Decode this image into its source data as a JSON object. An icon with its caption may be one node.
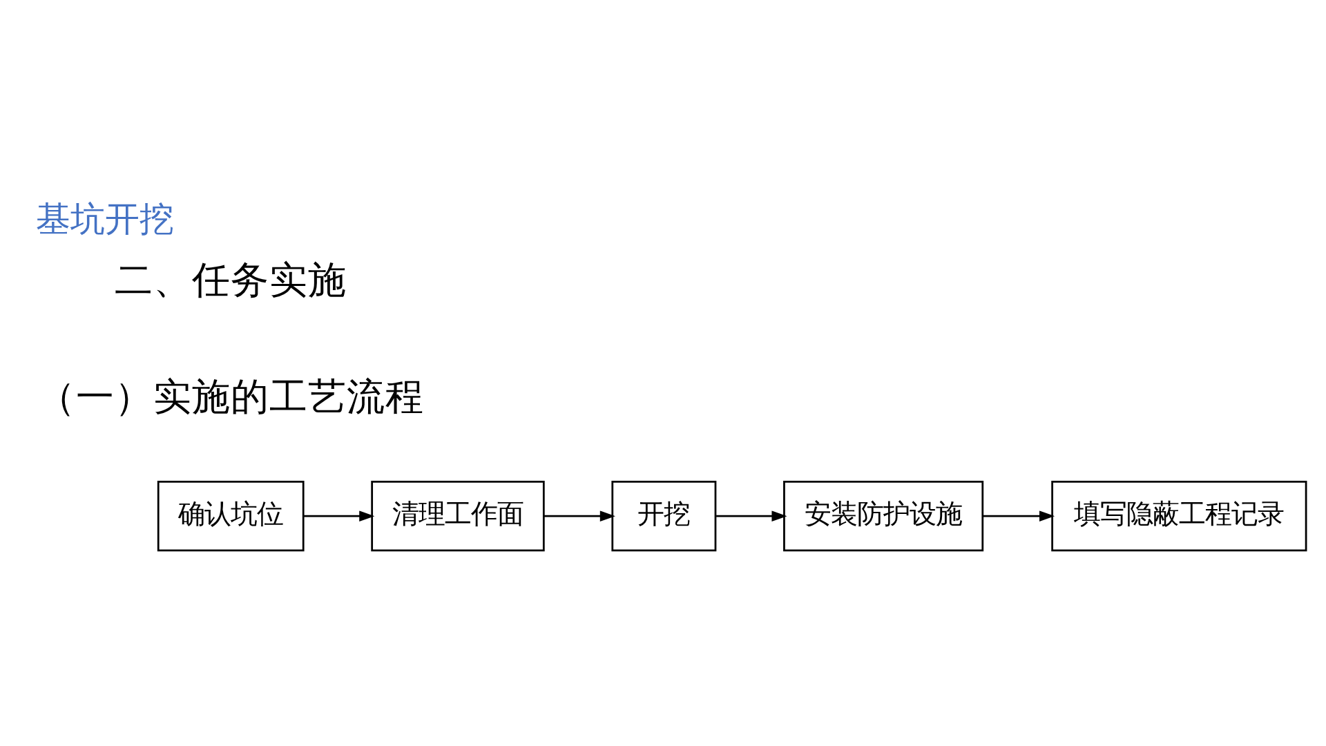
{
  "diagram": {
    "title": "基坑开挖",
    "nodes": [
      {
        "text": [
          "确认坑位"
        ]
      },
      {
        "text": [
          "清理工作面"
        ]
      },
      {
        "text": [
          "开挖"
        ]
      },
      {
        "text": [
          "安装防护设施"
        ]
      },
      {
        "text": [
          "填写隐蔽工程记录"
        ]
      }
    ],
    "edges": [
      {
        "from": 0,
        "to": 1,
        "arrow": "to"
      },
      {
        "from": 1,
        "to": 2,
        "arrow": "to"
      },
      {
        "from": 2,
        "to": 3,
        "arrow": "to"
      },
      {
        "from": 3,
        "to": 4,
        "arrow": "to"
      }
    ],
    "labels": [
      "二、任务实施",
      "（一）实施的工艺流程"
    ]
  }
}
